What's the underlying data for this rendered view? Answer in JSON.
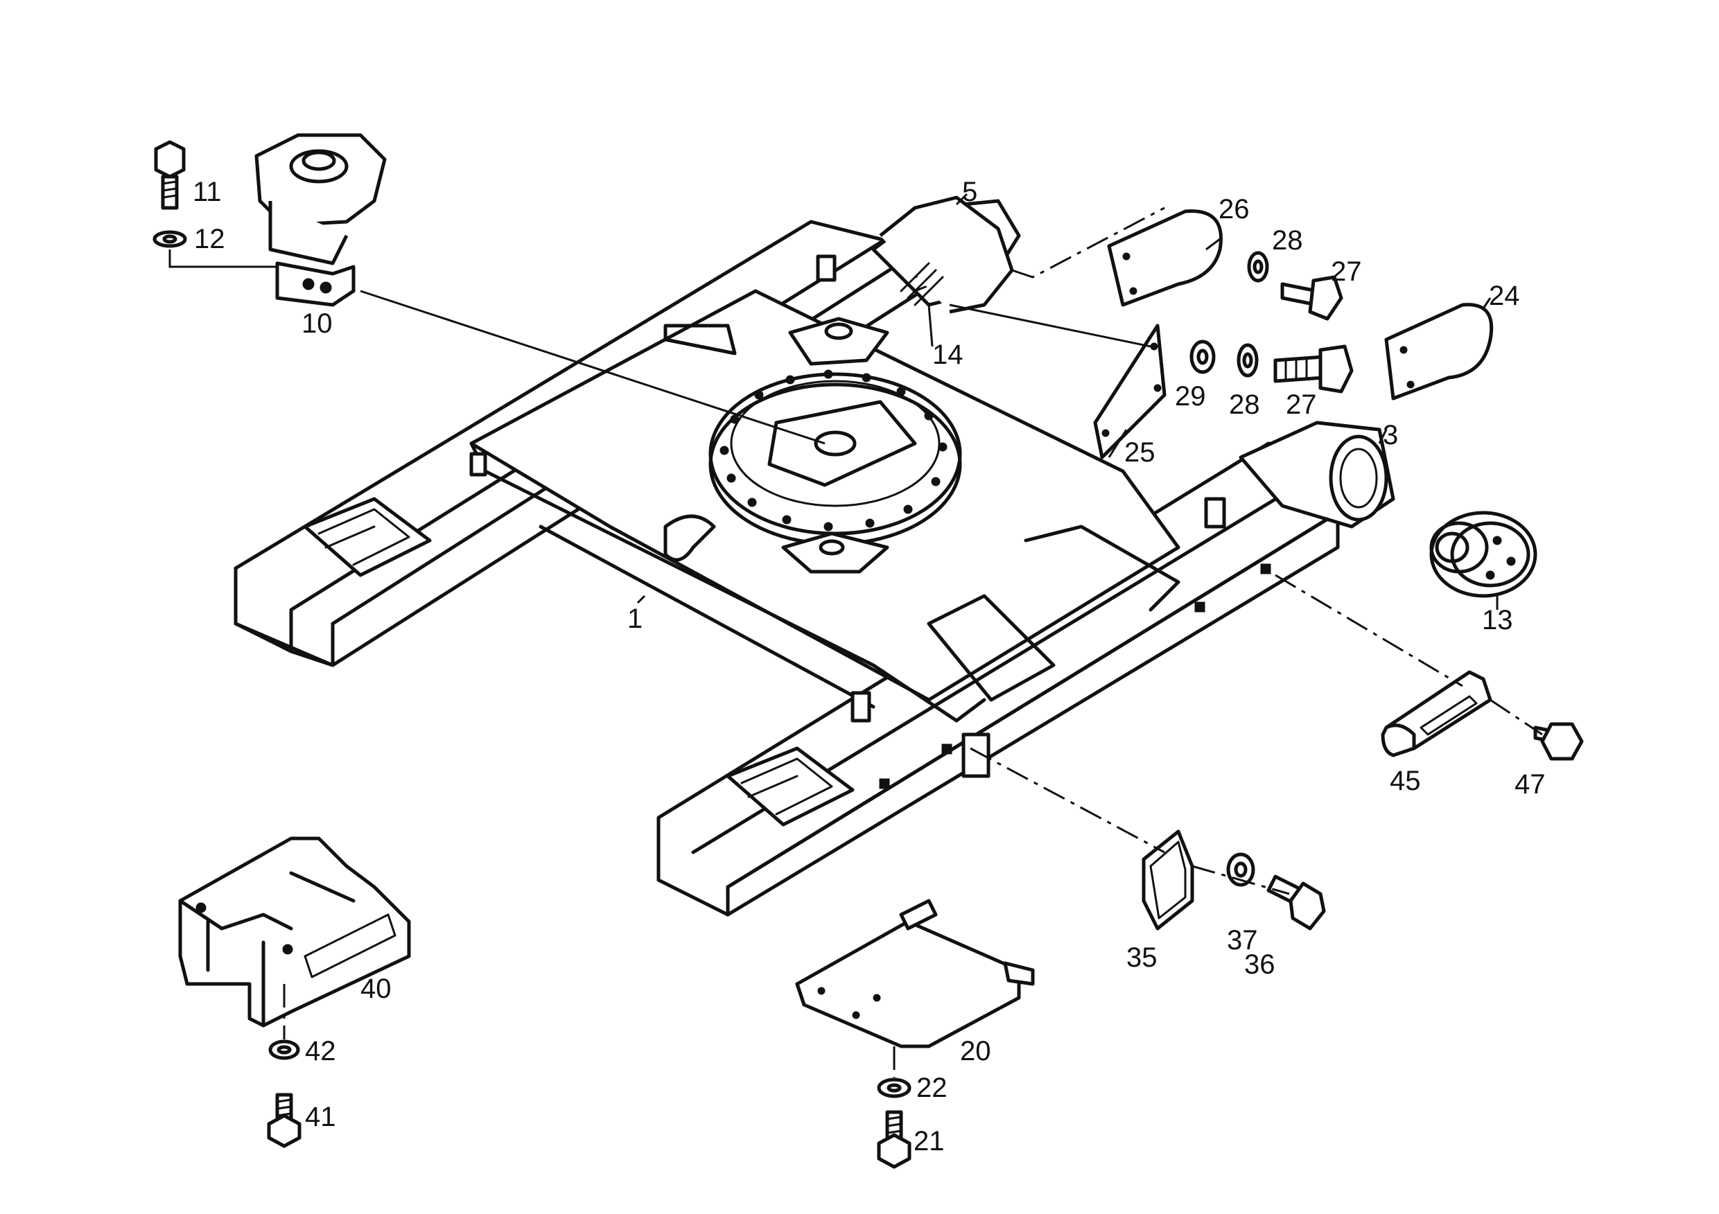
{
  "diagram": {
    "type": "exploded-parts-view",
    "callouts": {
      "frame": "1",
      "swing_bearing_mount": "3",
      "mount_5": "5",
      "swivel_joint": "10",
      "bolt_11": "11",
      "washer_12": "12",
      "motor_13": "13",
      "fitting_14": "14",
      "cover_20": "20",
      "bolt_21": "21",
      "washer_22": "22",
      "cover_24": "24",
      "plate_25": "25",
      "cover_26": "26",
      "bolt_27_upper": "27",
      "washer_28_upper": "28",
      "bolt_27_lower": "27",
      "washer_28_lower": "28",
      "washer_29": "29",
      "cover_35": "35",
      "bolt_36": "36",
      "washer_37": "37",
      "guide_40": "40",
      "bolt_41": "41",
      "washer_42": "42",
      "guard_45": "45",
      "bolt_47": "47"
    }
  }
}
